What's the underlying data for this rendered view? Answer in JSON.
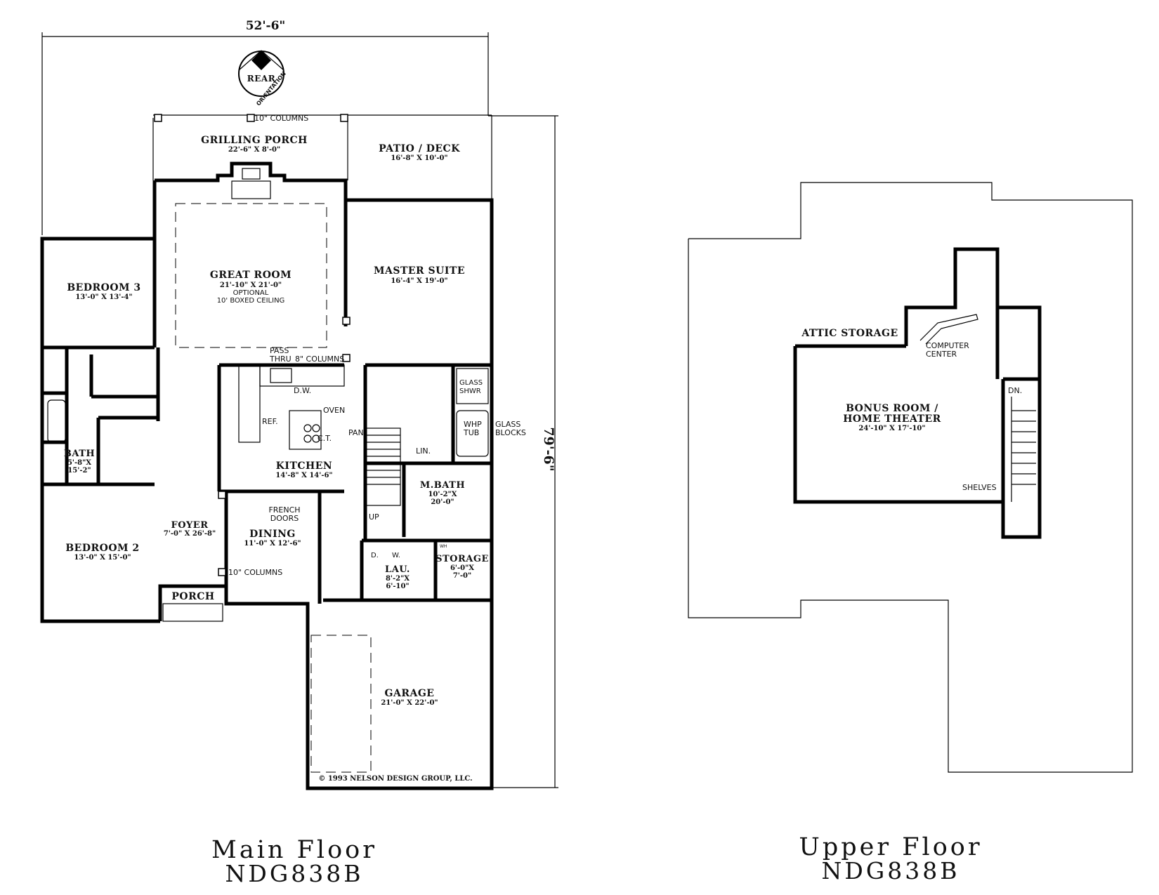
{
  "overall": {
    "width": "52'-6\"",
    "depth": "79'-6\""
  },
  "orientation": {
    "line1": "REAR",
    "line2": "ORIENTATION"
  },
  "main_floor": {
    "caption": "Main Floor",
    "plan_number": "NDG838B",
    "rooms": {
      "grilling_porch": {
        "name": "GRILLING PORCH",
        "size": "22'-6\" X 8'-0\""
      },
      "patio_deck": {
        "name": "PATIO / DECK",
        "size": "16'-8\" X 10'-0\""
      },
      "great_room": {
        "name": "GREAT ROOM",
        "size": "21'-10\" X 21'-0\"",
        "note1": "OPTIONAL",
        "note2": "10' BOXED CEILING"
      },
      "master_suite": {
        "name": "MASTER SUITE",
        "size": "16'-4\" X 19'-0\""
      },
      "bedroom3": {
        "name": "BEDROOM 3",
        "size": "13'-0\" X 13'-4\""
      },
      "bath": {
        "name": "BATH",
        "size1": "5'-8\"X",
        "size2": "15'-2\""
      },
      "bedroom2": {
        "name": "BEDROOM 2",
        "size": "13'-0\" X 15'-0\""
      },
      "kitchen": {
        "name": "KITCHEN",
        "size": "14'-8\" X 14'-6\""
      },
      "foyer": {
        "name": "FOYER",
        "size": "7'-0\" X 26'-8\""
      },
      "dining": {
        "name": "DINING",
        "size": "11'-0\" X 12'-6\""
      },
      "m_bath": {
        "name": "M.BATH",
        "size1": "10'-2\"X",
        "size2": "20'-0\""
      },
      "lau": {
        "name": "LAU.",
        "size1": "8'-2\"X",
        "size2": "6'-10\""
      },
      "storage": {
        "name": "STORAGE",
        "size1": "6'-0\"X",
        "size2": "7'-0\""
      },
      "porch": {
        "name": "PORCH"
      },
      "garage": {
        "name": "GARAGE",
        "size": "21'-0\" X 22'-0\""
      }
    },
    "notes": {
      "columns_10_top": "10\" COLUMNS",
      "columns_8": "8\" COLUMNS",
      "columns_10_bottom": "10\" COLUMNS",
      "pass": "PASS",
      "thru": "THRU",
      "dw": "D.W.",
      "oven": "OVEN",
      "ref": "REF.",
      "ct": "C.T.",
      "pan": "PAN",
      "lin": "LIN.",
      "glass": "GLASS",
      "shwr": "SHWR",
      "whp": "WHP",
      "tub": "TUB",
      "glass2": "GLASS",
      "blocks": "BLOCKS",
      "french": "FRENCH",
      "doors": "DOORS",
      "up": "UP",
      "d": "D.",
      "w": "W.",
      "wh": "WH",
      "copyright": "© 1993 NELSON DESIGN GROUP, LLC."
    }
  },
  "upper_floor": {
    "caption": "Upper Floor",
    "plan_number": "NDG838B",
    "rooms": {
      "attic": {
        "name": "ATTIC STORAGE"
      },
      "bonus": {
        "name1": "BONUS ROOM /",
        "name2": "HOME THEATER",
        "size": "24'-10\" X 17'-10\""
      }
    },
    "notes": {
      "computer": "COMPUTER",
      "center": "CENTER",
      "shelves": "SHELVES",
      "dn": "DN."
    }
  }
}
